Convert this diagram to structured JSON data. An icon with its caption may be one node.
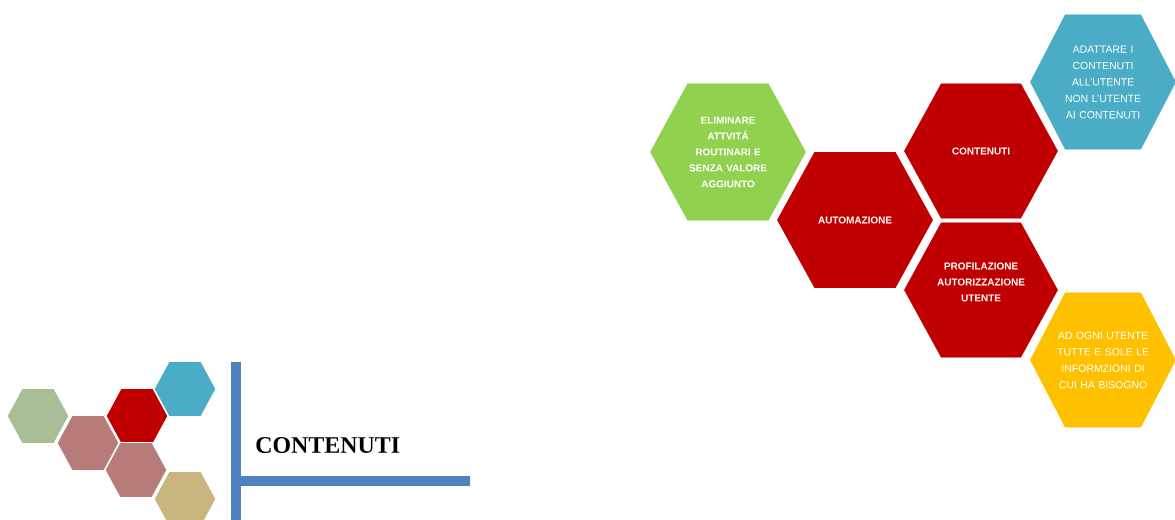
{
  "diagram": {
    "title": "CONTENUTI",
    "nodes": [
      {
        "text": [
          "ELIMINARE ATTVITÁ ROUTINARI E SENZA VALORE AGGIUNTO"
        ]
      },
      {
        "text": [
          "AUTOMAZIONE"
        ]
      },
      {
        "text": [
          "CONTENUTI"
        ]
      },
      {
        "text": [
          "PROFILAZIONE AUTORIZZAZIONE UTENTE"
        ]
      },
      {
        "text": [
          "ADATTARE I CONTENUTI ALL’UTENTE NON L’UTENTE AI CONTENUTI"
        ]
      },
      {
        "text": [
          "AD OGNI UTENTE TUTTE E SOLE LE INFORMZIONI DI CUI HA BISOGNO"
        ]
      }
    ]
  }
}
